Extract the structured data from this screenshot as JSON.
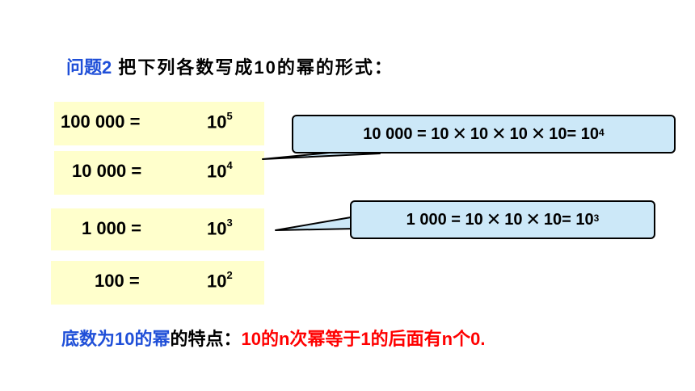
{
  "question": {
    "label": "问题2",
    "text": " 把下列各数写成10的幂的形式："
  },
  "rows": [
    {
      "lhs": "100 000 =",
      "base": "10",
      "exp": "5"
    },
    {
      "lhs": "10 000 =",
      "base": "10",
      "exp": "4"
    },
    {
      "lhs": "1 000 =",
      "base": "10",
      "exp": "3"
    },
    {
      "lhs": "100 =",
      "base": "10",
      "exp": "2"
    }
  ],
  "callouts": [
    {
      "start": "10 000 = 10",
      "factors": [
        "10",
        "10",
        "10 "
      ],
      "end": " = 10",
      "exp": "4"
    },
    {
      "start": "1 000 = 10 ",
      "factors": [
        "10",
        "10"
      ],
      "end": " = 10",
      "exp": "3"
    }
  ],
  "conclusion": {
    "blue": "底数为10的幂",
    "black": "的特点：",
    "red": "10的n次幂等于1的后面有n个0."
  },
  "colors": {
    "row_bg": "#ffffcc",
    "callout_bg": "#cce8f8",
    "blue": "#1f4fd8",
    "red": "#ff0000"
  }
}
